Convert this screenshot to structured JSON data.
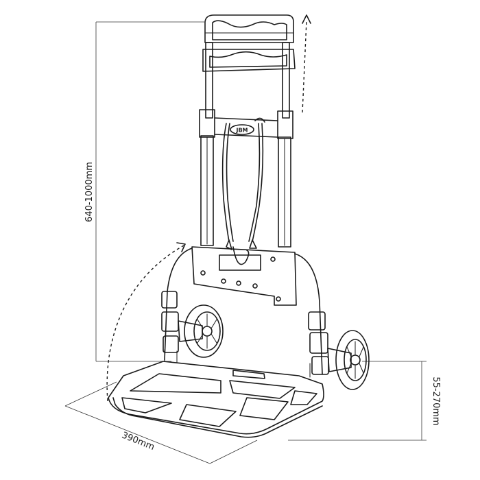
{
  "dimensions": {
    "height_label": "640-1000mm",
    "width_label": "390mm",
    "plate_height_label": "55-270mm"
  },
  "brand": {
    "logo_text": "JBM"
  },
  "colors": {
    "stroke": "#1a1a1a",
    "background": "#ffffff"
  }
}
